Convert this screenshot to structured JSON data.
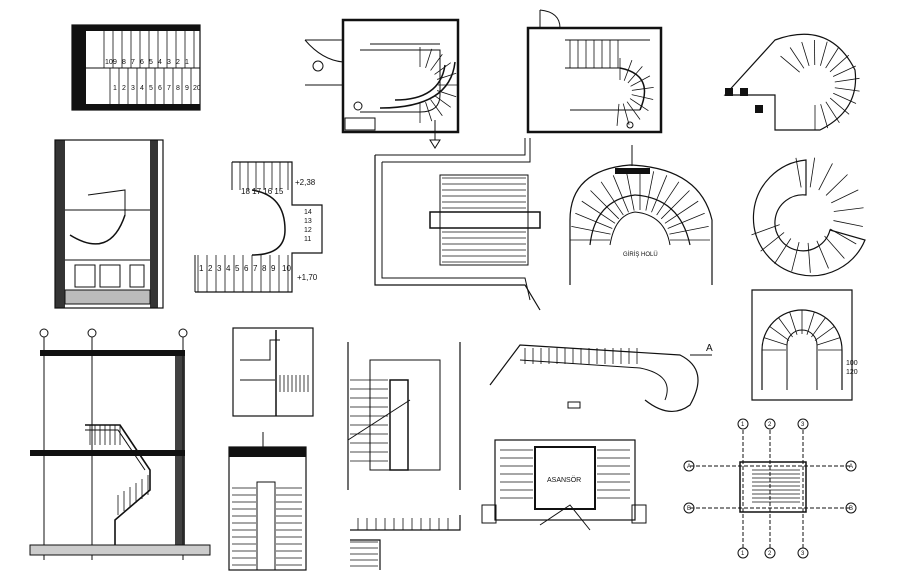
{
  "sheet": {
    "label_ink": "#111111",
    "background": "#ffffff"
  },
  "stair_a": {
    "upper_numbers": [
      "10",
      "9",
      "8",
      "7",
      "6",
      "5",
      "4",
      "3",
      "2",
      "1"
    ],
    "lower_numbers": [
      "1",
      "2",
      "3",
      "4",
      "5",
      "6",
      "7",
      "8",
      "9",
      "20"
    ]
  },
  "stair_plan_b": {
    "top_numbers": "18 17 16 15",
    "elev_top": "+2,38",
    "landing_numbers": [
      "14",
      "13",
      "12",
      "11"
    ],
    "bottom_numbers": [
      "1",
      "2",
      "3",
      "4",
      "5",
      "6",
      "7",
      "8",
      "9",
      "10"
    ],
    "elev_bottom": "+1,70"
  },
  "spiral_entrance": {
    "caption": "GİRİŞ HOLÜ"
  },
  "curved_plan": {
    "section_mark": "A"
  },
  "round_stair": {
    "dim_top": "100",
    "dim_bottom": "120"
  },
  "elevator_core": {
    "caption": "ASANSÖR"
  },
  "grid_plan": {
    "axis_left": [
      "A",
      "B"
    ],
    "axis_right": [
      "A",
      "B"
    ],
    "axis_top": [
      "1",
      "2",
      "3"
    ],
    "axis_bottom": [
      "1",
      "2",
      "3"
    ]
  }
}
